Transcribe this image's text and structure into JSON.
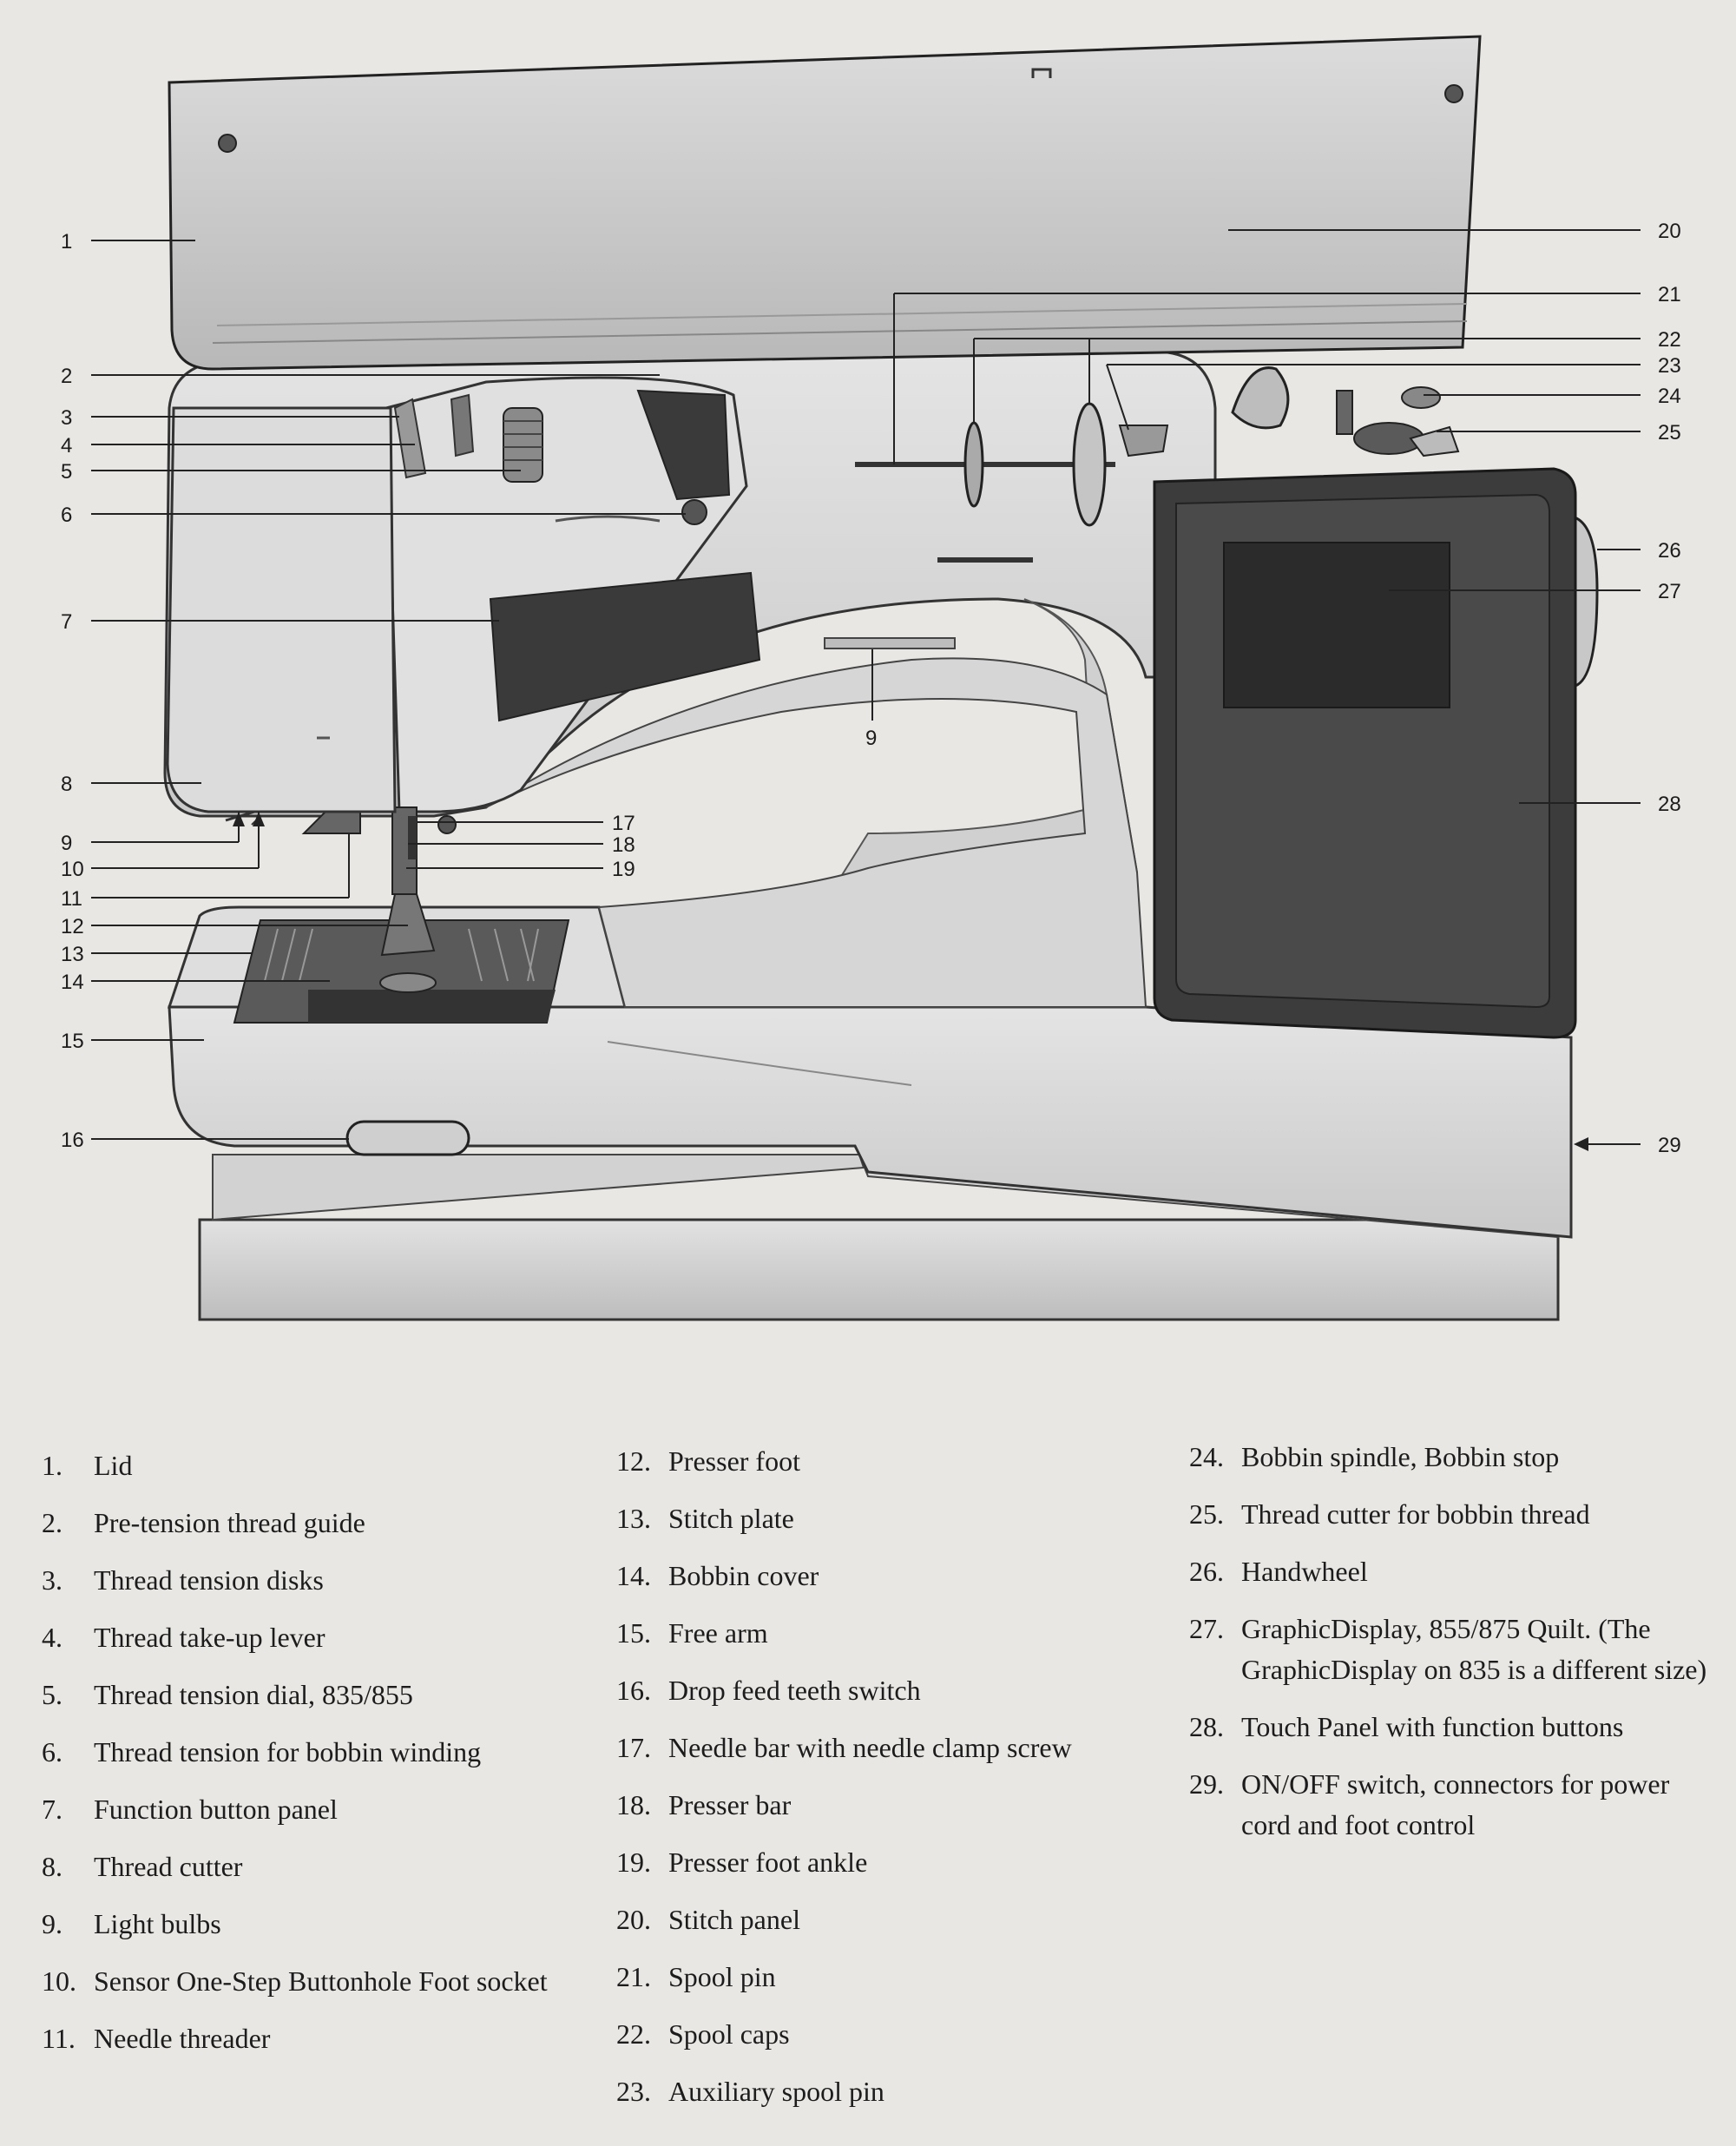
{
  "callouts": {
    "left": [
      "1",
      "2",
      "3",
      "4",
      "5",
      "6",
      "7",
      "8",
      "9",
      "10",
      "11",
      "12",
      "13",
      "14",
      "15",
      "16"
    ],
    "center": [
      "17",
      "18",
      "19",
      "9"
    ],
    "right": [
      "20",
      "21",
      "22",
      "23",
      "24",
      "25",
      "26",
      "27",
      "28",
      "29"
    ]
  },
  "legend": {
    "col1": [
      {
        "num": "1.",
        "text": "Lid"
      },
      {
        "num": "2.",
        "text": "Pre-tension thread guide"
      },
      {
        "num": "3.",
        "text": "Thread tension disks"
      },
      {
        "num": "4.",
        "text": "Thread take-up lever"
      },
      {
        "num": "5.",
        "text": "Thread tension dial, 835/855"
      },
      {
        "num": "6.",
        "text": "Thread tension for bobbin winding"
      },
      {
        "num": "7.",
        "text": "Function button panel"
      },
      {
        "num": "8.",
        "text": "Thread cutter"
      },
      {
        "num": "9.",
        "text": "Light bulbs"
      },
      {
        "num": "10.",
        "text": "Sensor One-Step Buttonhole Foot socket"
      },
      {
        "num": "11.",
        "text": "Needle threader"
      }
    ],
    "col2": [
      {
        "num": "12.",
        "text": "Presser foot"
      },
      {
        "num": "13.",
        "text": "Stitch plate"
      },
      {
        "num": "14.",
        "text": "Bobbin cover"
      },
      {
        "num": "15.",
        "text": "Free arm"
      },
      {
        "num": "16.",
        "text": "Drop feed teeth switch"
      },
      {
        "num": "17.",
        "text": "Needle bar with needle clamp screw"
      },
      {
        "num": "18.",
        "text": "Presser bar"
      },
      {
        "num": "19.",
        "text": "Presser foot ankle"
      },
      {
        "num": "20.",
        "text": "Stitch panel"
      },
      {
        "num": "21.",
        "text": "Spool pin"
      },
      {
        "num": "22.",
        "text": "Spool caps"
      },
      {
        "num": "23.",
        "text": "Auxiliary spool pin"
      }
    ],
    "col3": [
      {
        "num": "24.",
        "text": "Bobbin spindle, Bobbin stop"
      },
      {
        "num": "25.",
        "text": "Thread cutter for bobbin thread"
      },
      {
        "num": "26.",
        "text": "Handwheel"
      },
      {
        "num": "27.",
        "text": "GraphicDisplay, 855/875 Quilt. (The GraphicDisplay on 835 is a different size)"
      },
      {
        "num": "28.",
        "text": "Touch Panel with function buttons"
      },
      {
        "num": "29.",
        "text": "ON/OFF switch, connectors for power cord and foot control"
      }
    ]
  }
}
